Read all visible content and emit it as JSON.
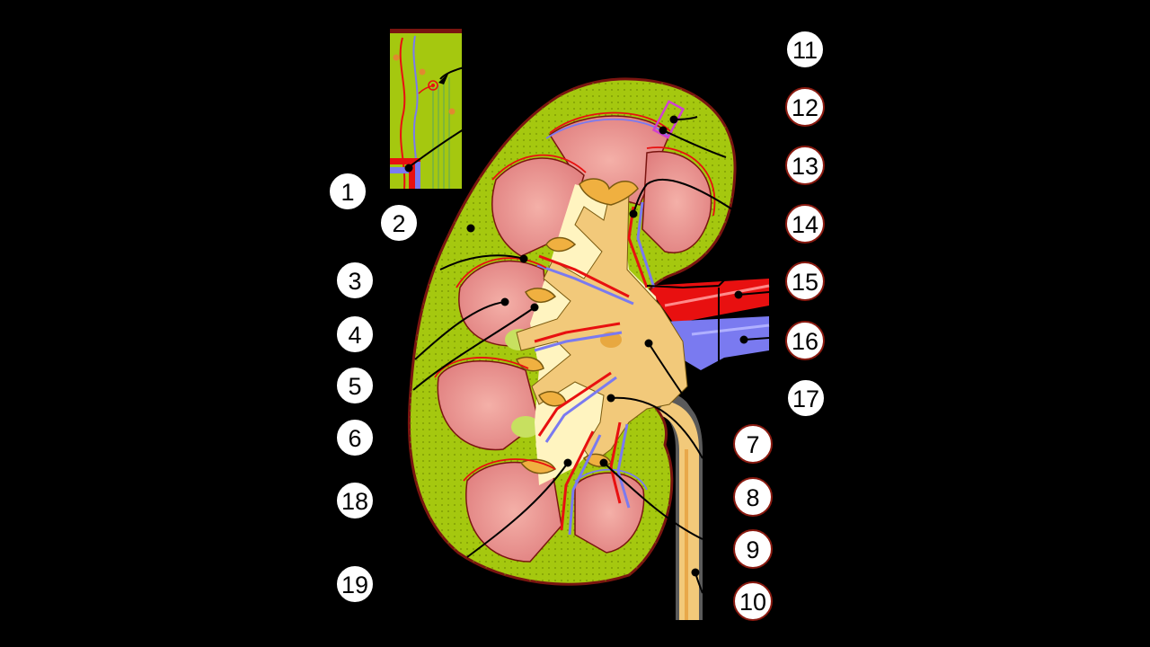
{
  "colors": {
    "background": "#000000",
    "cortex": "#a5c80f",
    "cortex_dots": "#6f8a00",
    "capsule": "#7a1510",
    "pyramid": "#e08a8a",
    "pyramid_center": "#f0a8a0",
    "column": "#c7e060",
    "pelvis": "#f2c97a",
    "calyx": "#f0b040",
    "fat_sinus": "#fff4c0",
    "artery": "#e81010",
    "vein": "#7a7af0",
    "badge_fill": "#ffffff",
    "badge_border_dark": "#000000",
    "badge_border_red": "#8a1a10",
    "inset_box": "#d040d0"
  },
  "labels": [
    {
      "id": "1",
      "text": "1",
      "border": "dark"
    },
    {
      "id": "2",
      "text": "2",
      "border": "dark"
    },
    {
      "id": "3",
      "text": "3",
      "border": "dark"
    },
    {
      "id": "4",
      "text": "4",
      "border": "dark"
    },
    {
      "id": "5",
      "text": "5",
      "border": "dark"
    },
    {
      "id": "6",
      "text": "6",
      "border": "dark"
    },
    {
      "id": "7",
      "text": "7",
      "border": "red"
    },
    {
      "id": "8",
      "text": "8",
      "border": "red"
    },
    {
      "id": "9",
      "text": "9",
      "border": "red"
    },
    {
      "id": "10",
      "text": "10",
      "border": "red"
    },
    {
      "id": "11",
      "text": "11",
      "border": "dark"
    },
    {
      "id": "12",
      "text": "12",
      "border": "red"
    },
    {
      "id": "13",
      "text": "13",
      "border": "red"
    },
    {
      "id": "14",
      "text": "14",
      "border": "red"
    },
    {
      "id": "15",
      "text": "15",
      "border": "red"
    },
    {
      "id": "16",
      "text": "16",
      "border": "red"
    },
    {
      "id": "17",
      "text": "17",
      "border": "dark"
    },
    {
      "id": "18",
      "text": "18",
      "border": "dark"
    },
    {
      "id": "19",
      "text": "19",
      "border": "dark"
    }
  ]
}
